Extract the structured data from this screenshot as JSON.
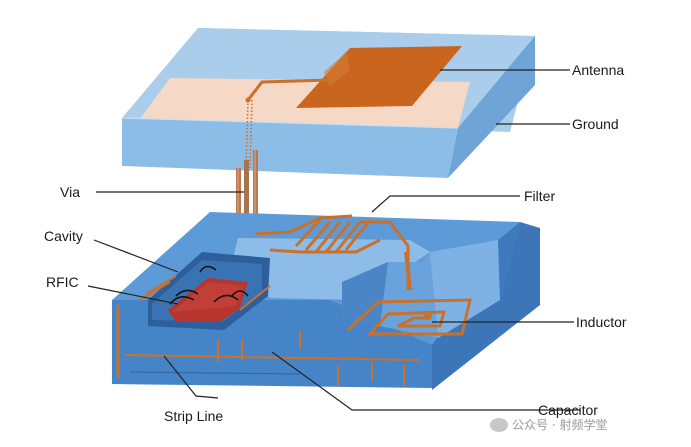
{
  "labels": {
    "antenna": "Antenna",
    "ground": "Ground",
    "via": "Via",
    "filter": "Filter",
    "cavity": "Cavity",
    "rfic": "RFIC",
    "inductor": "Inductor",
    "strip_line": "Strip Line",
    "capacitor": "Capacitor"
  },
  "watermark": {
    "text": "公众号 · 射频学堂",
    "icon": "wechat-icon"
  },
  "colors": {
    "substrate_top": "#a9cdea",
    "substrate_front": "#7bb1de",
    "substrate_side": "#5f98cc",
    "base_top": "#4f8fd0",
    "base_front": "#3d7fc4",
    "copper": "#c9712a",
    "ground_plane": "#f5d8c6",
    "rfic": "#b8352e",
    "cavity": "#2c5f9c"
  }
}
